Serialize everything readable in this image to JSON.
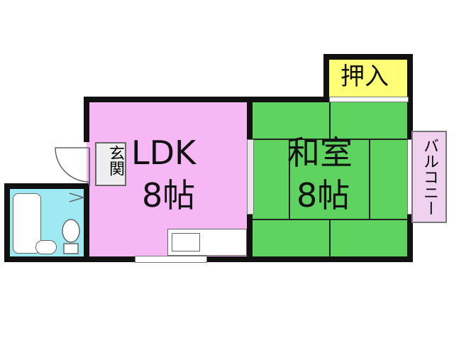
{
  "rooms": {
    "ldk": {
      "label": "LDK",
      "size": "8帖",
      "color": "#f5b8f5"
    },
    "washitsu": {
      "label": "和室",
      "size": "8帖",
      "color": "#5fd35f"
    },
    "oshiire": {
      "label": "押入",
      "color": "#ffff77"
    },
    "genkan": {
      "label": "玄関"
    },
    "balcony": {
      "label": "バルコニー",
      "color": "#f0d2f0"
    },
    "bath": {
      "color": "#9ee9f2"
    }
  }
}
